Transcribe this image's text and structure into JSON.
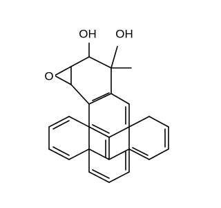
{
  "diagram": {
    "atoms": {
      "hydroxyl_top": "OH",
      "hydroxyl_right": "OH",
      "epoxide_oxygen": "O"
    }
  }
}
